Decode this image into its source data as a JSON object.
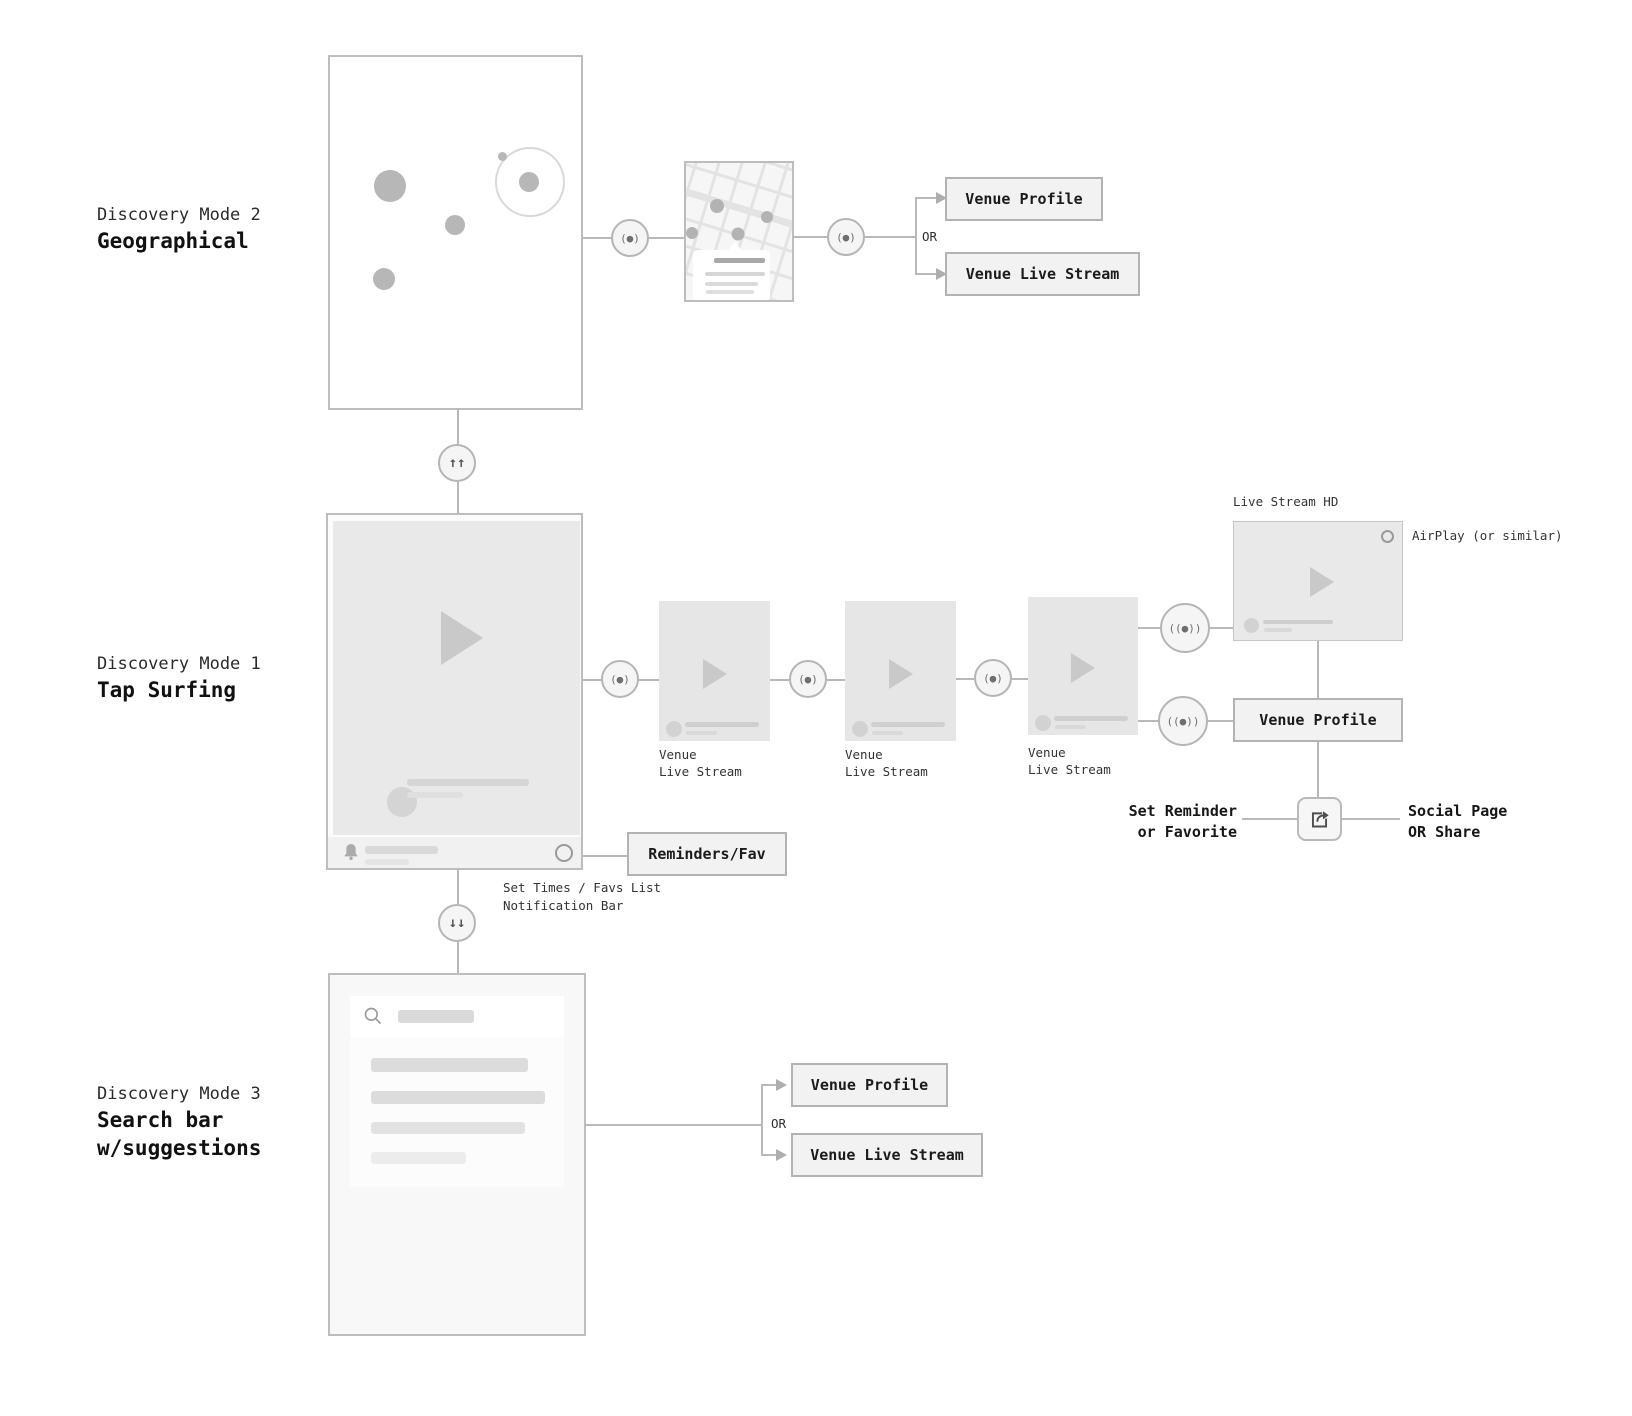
{
  "sections": {
    "geo": {
      "kicker": "Discovery Mode 2",
      "title": "Geographical"
    },
    "tap": {
      "kicker": "Discovery Mode 1",
      "title": "Tap Surfing"
    },
    "search": {
      "kicker": "Discovery Mode 3",
      "title_line1": "Search bar",
      "title_line2": "w/suggestions"
    }
  },
  "top_flow": {
    "or": "OR",
    "venue_profile": "Venue Profile",
    "venue_live_stream": "Venue Live Stream"
  },
  "mid_flow": {
    "reminders_fav": "Reminders/Fav",
    "set_times_line1": "Set Times / Favs List",
    "set_times_line2": "Notification Bar",
    "card_caption_line1": "Venue",
    "card_caption_line2": "Live Stream",
    "live_stream_hd": "Live Stream HD",
    "airplay": "AirPlay (or similar)",
    "venue_profile": "Venue Profile",
    "set_reminder_line1": "Set Reminder",
    "set_reminder_line2": "or Favorite",
    "social_line1": "Social Page",
    "social_line2": "OR Share"
  },
  "bottom_flow": {
    "or": "OR",
    "venue_profile": "Venue Profile",
    "venue_live_stream": "Venue Live Stream"
  },
  "icons": {
    "tap": "(●)",
    "long_press": "((●))",
    "swipe_up": "↑↑",
    "swipe_down": "↓↓"
  },
  "colors": {
    "line": "#b9b9b9",
    "box_fill": "#f2f2f2",
    "box_border": "#b3b3b3",
    "wireframe_gray": "#e6e6e6",
    "text": "#1d1d1d"
  }
}
